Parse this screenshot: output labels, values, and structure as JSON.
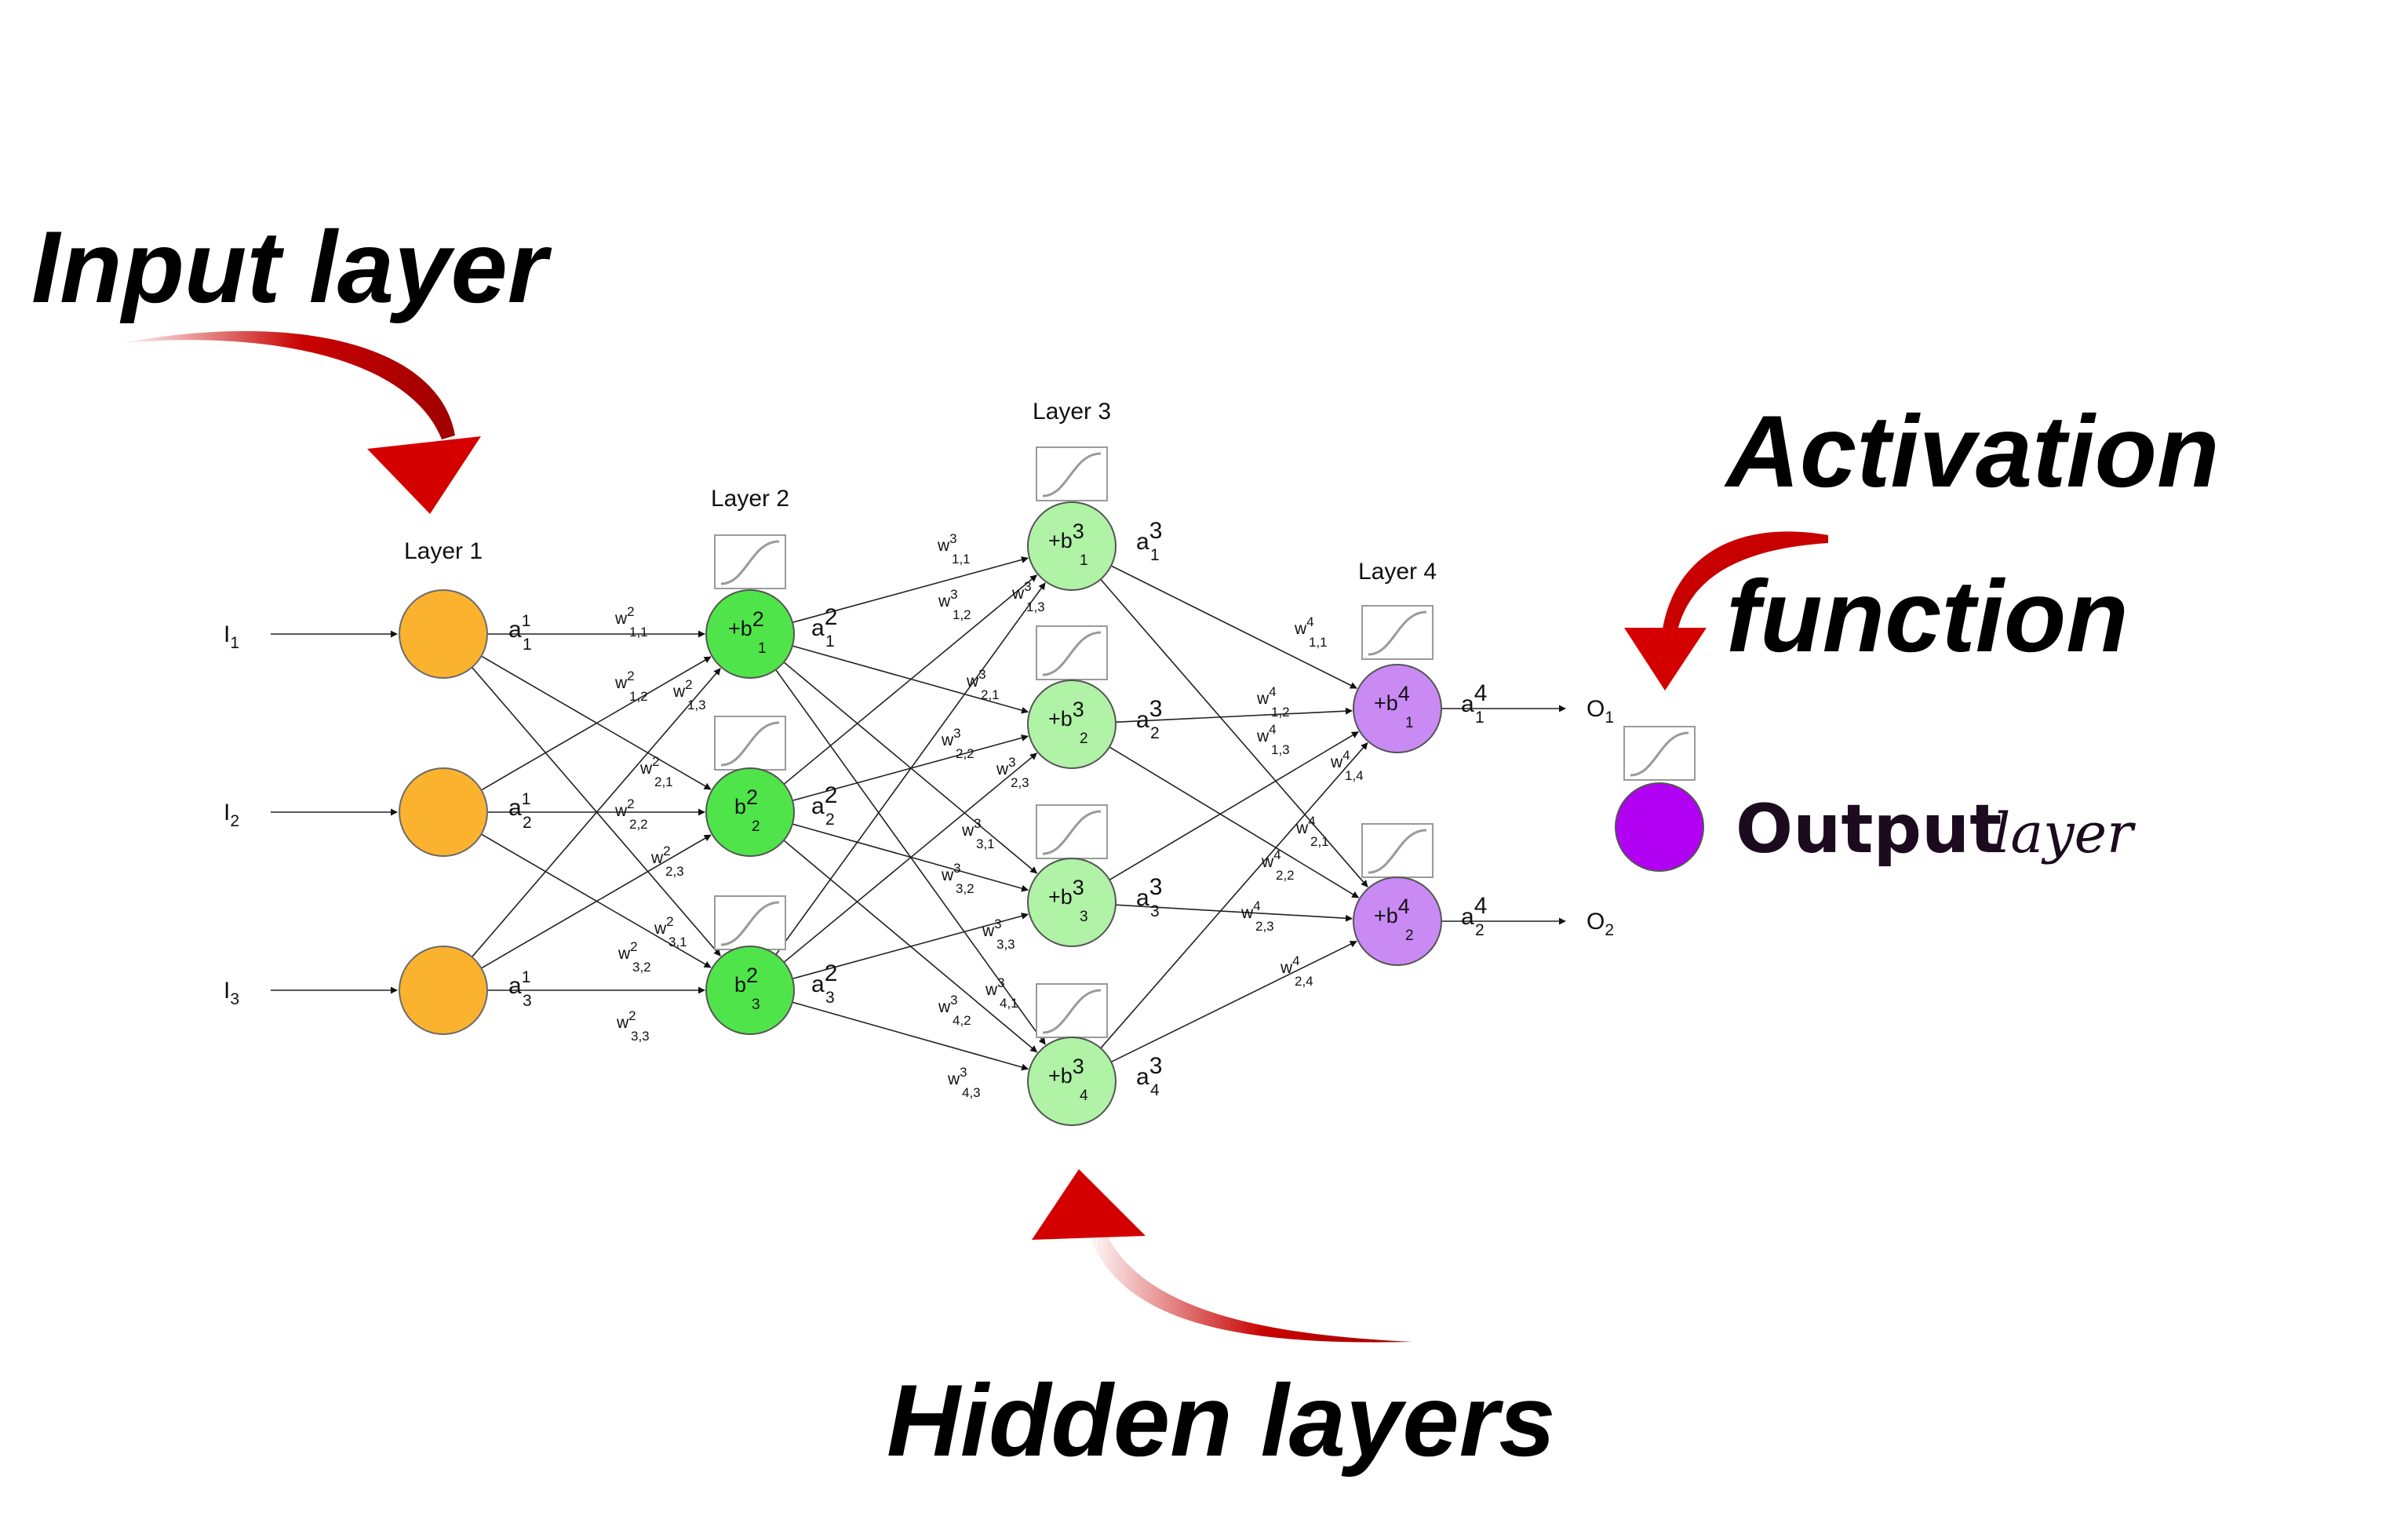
{
  "callouts": {
    "input": "Input layer",
    "activation_line1": "Activation",
    "activation_line2": "function",
    "hidden": "Hidden layers"
  },
  "legend": {
    "output_bold": "Output",
    "output_rest": "layer"
  },
  "layers": {
    "layer1": "Layer 1",
    "layer2": "Layer 2",
    "layer3": "Layer 3",
    "layer4": "Layer 4"
  },
  "inputs": [
    {
      "base": "I",
      "sub": "1"
    },
    {
      "base": "I",
      "sub": "2"
    },
    {
      "base": "I",
      "sub": "3"
    }
  ],
  "outputs": [
    {
      "base": "O",
      "sub": "1"
    },
    {
      "base": "O",
      "sub": "2"
    }
  ],
  "node_labels": {
    "l2": [
      {
        "base": "+b",
        "sup": "2",
        "sub": "1"
      },
      {
        "base": "b",
        "sup": "2",
        "sub": "2"
      },
      {
        "base": "b",
        "sup": "2",
        "sub": "3"
      }
    ],
    "l3": [
      {
        "base": "+b",
        "sup": "3",
        "sub": "1"
      },
      {
        "base": "+b",
        "sup": "3",
        "sub": "2"
      },
      {
        "base": "+b",
        "sup": "3",
        "sub": "3"
      },
      {
        "base": "+b",
        "sup": "3",
        "sub": "4"
      }
    ],
    "l4": [
      {
        "base": "+b",
        "sup": "4",
        "sub": "1"
      },
      {
        "base": "+b",
        "sup": "4",
        "sub": "2"
      }
    ]
  },
  "activations": {
    "l1": [
      {
        "base": "a",
        "sup": "1",
        "sub": "1"
      },
      {
        "base": "a",
        "sup": "1",
        "sub": "2"
      },
      {
        "base": "a",
        "sup": "1",
        "sub": "3"
      }
    ],
    "l2": [
      {
        "base": "a",
        "sup": "2",
        "sub": "1"
      },
      {
        "base": "a",
        "sup": "2",
        "sub": "2"
      },
      {
        "base": "a",
        "sup": "2",
        "sub": "3"
      }
    ],
    "l3": [
      {
        "base": "a",
        "sup": "3",
        "sub": "1"
      },
      {
        "base": "a",
        "sup": "3",
        "sub": "2"
      },
      {
        "base": "a",
        "sup": "3",
        "sub": "3"
      },
      {
        "base": "a",
        "sup": "3",
        "sub": "4"
      }
    ],
    "l4": [
      {
        "base": "a",
        "sup": "4",
        "sub": "1"
      },
      {
        "base": "a",
        "sup": "4",
        "sub": "2"
      }
    ]
  },
  "weights": {
    "l2": [
      {
        "sup": "2",
        "sub": "1,1"
      },
      {
        "sup": "2",
        "sub": "1,2"
      },
      {
        "sup": "2",
        "sub": "1,3"
      },
      {
        "sup": "2",
        "sub": "2,1"
      },
      {
        "sup": "2",
        "sub": "2,2"
      },
      {
        "sup": "2",
        "sub": "2,3"
      },
      {
        "sup": "2",
        "sub": "3,1"
      },
      {
        "sup": "2",
        "sub": "3,2"
      },
      {
        "sup": "2",
        "sub": "3,3"
      }
    ],
    "l3": [
      {
        "sup": "3",
        "sub": "1,1"
      },
      {
        "sup": "3",
        "sub": "1,2"
      },
      {
        "sup": "3",
        "sub": "1,3"
      },
      {
        "sup": "3",
        "sub": "2,1"
      },
      {
        "sup": "3",
        "sub": "2,2"
      },
      {
        "sup": "3",
        "sub": "2,3"
      },
      {
        "sup": "3",
        "sub": "3,1"
      },
      {
        "sup": "3",
        "sub": "3,2"
      },
      {
        "sup": "3",
        "sub": "3,3"
      },
      {
        "sup": "3",
        "sub": "4,1"
      },
      {
        "sup": "3",
        "sub": "4,2"
      },
      {
        "sup": "3",
        "sub": "4,3"
      }
    ],
    "l4": [
      {
        "sup": "4",
        "sub": "1,1"
      },
      {
        "sup": "4",
        "sub": "1,2"
      },
      {
        "sup": "4",
        "sub": "1,3"
      },
      {
        "sup": "4",
        "sub": "1,4"
      },
      {
        "sup": "4",
        "sub": "2,1"
      },
      {
        "sup": "4",
        "sub": "2,2"
      },
      {
        "sup": "4",
        "sub": "2,3"
      },
      {
        "sup": "4",
        "sub": "2,4"
      }
    ]
  },
  "colors": {
    "input_node": "#FBB22F",
    "layer2_node": "#4FE54A",
    "layer3_node": "#B0F2A6",
    "layer4_node": "#C98AF4",
    "output_legend_node": "#B200F2",
    "callout_arrow": "#C80000",
    "legend_text": "#1C0A1E"
  },
  "icons": {
    "activation_box": "sigmoid-curve-icon"
  }
}
